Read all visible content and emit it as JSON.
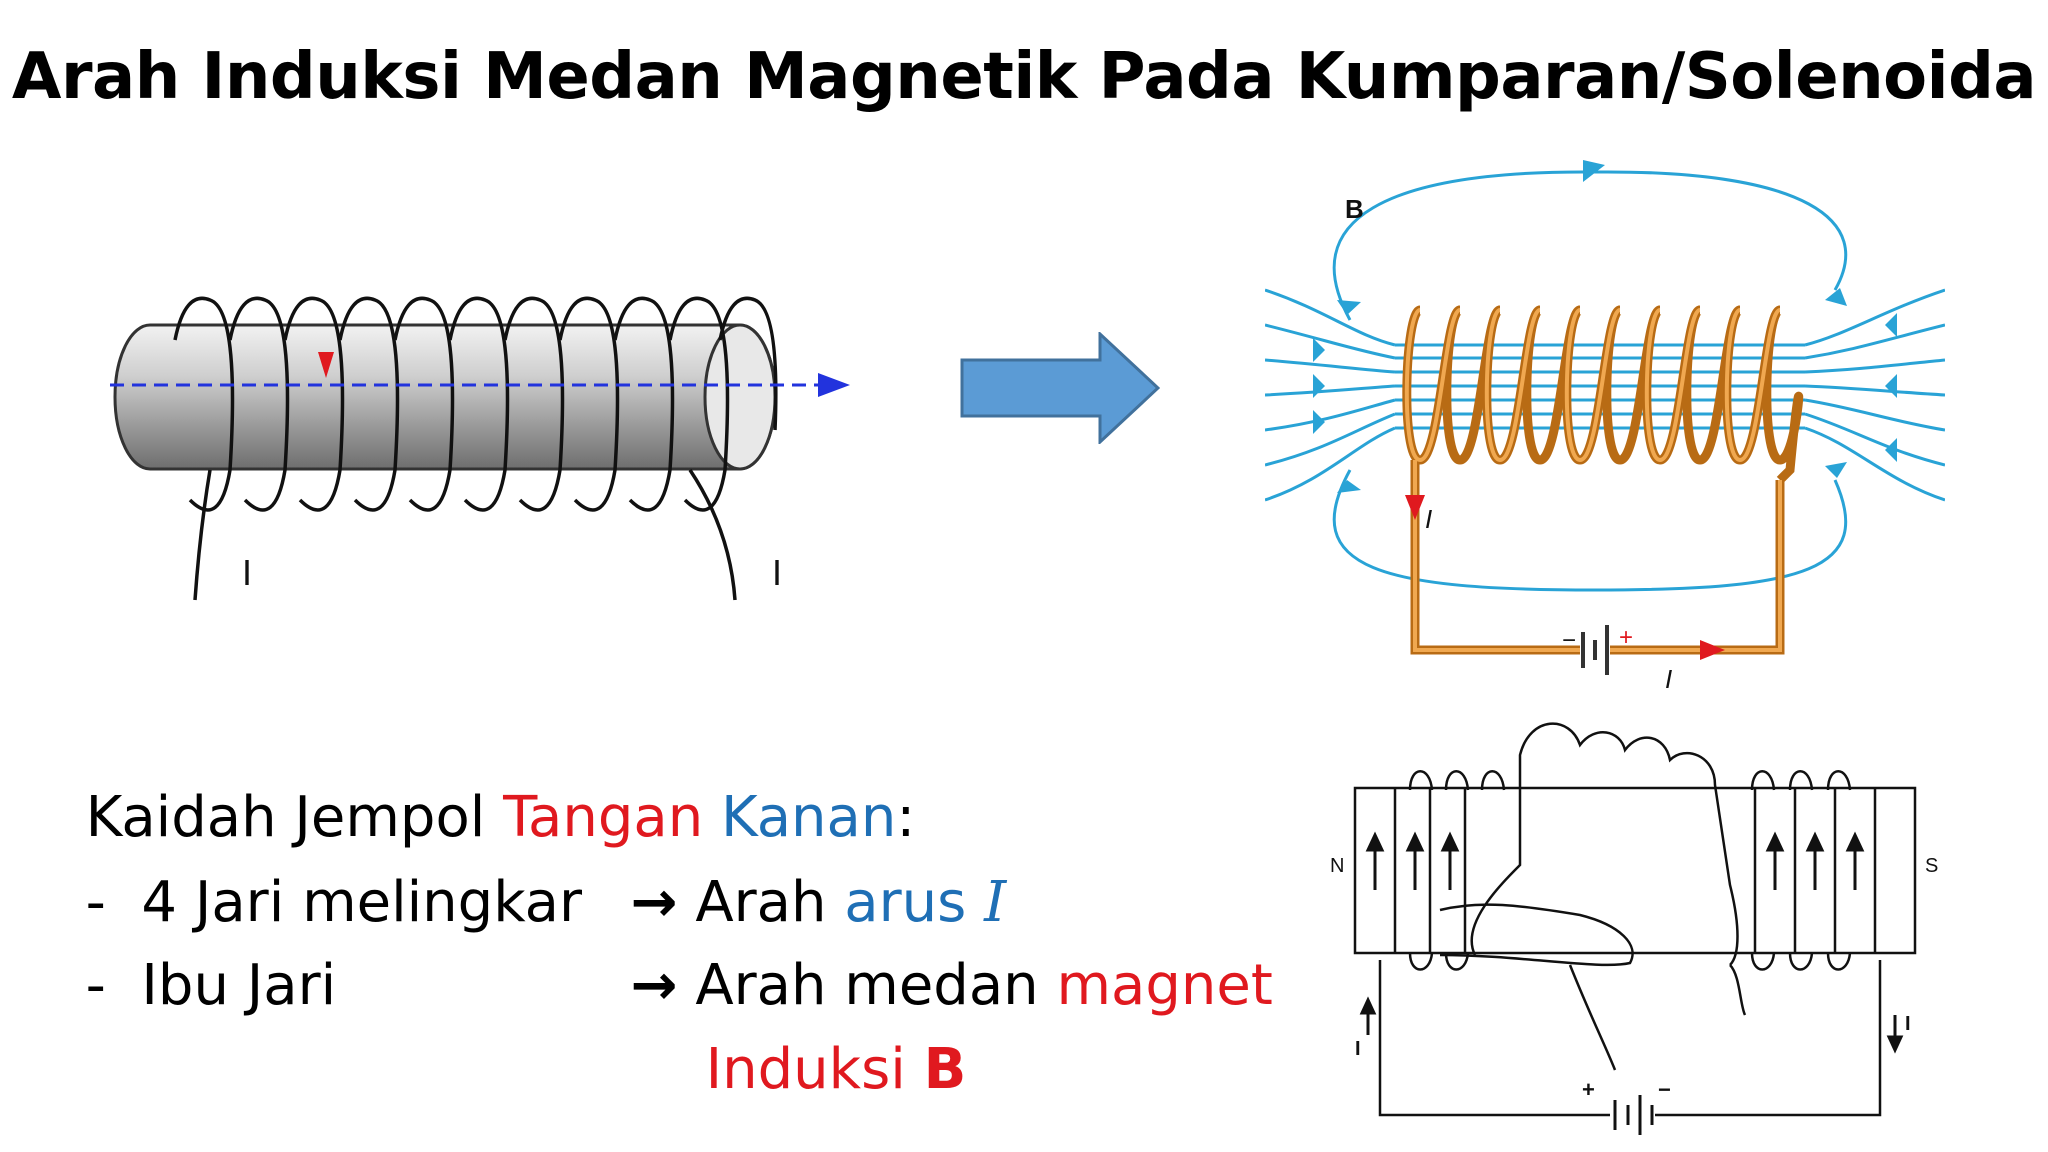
{
  "title": "Arah Induksi Medan Magnetik Pada Kumparan/Solenoida",
  "rule": {
    "heading_part1": "Kaidah Jempol ",
    "heading_part2": "Tangan",
    "heading_part3": " Kanan",
    "heading_part4": ":",
    "item1_label": "-  4 Jari melingkar",
    "item1_arrow": "→",
    "item1_text": "Arah ",
    "item1_highlight": "arus",
    "item1_symbol": "I",
    "item2_label": "-  Ibu Jari",
    "item2_arrow": "→",
    "item2_text": "Arah medan ",
    "item2_highlight": "magnet",
    "item3_text": "Induksi ",
    "item3_symbol": "B"
  },
  "fig_left": {
    "current_label_left": "I",
    "current_label_right": "I"
  },
  "fig_right": {
    "field_label": "B",
    "current_label_coil": "I",
    "current_label_bottom": "I",
    "battery_minus": "−",
    "battery_plus": "+"
  },
  "fig_hand": {
    "pole_north": "N",
    "pole_south": "S",
    "current_left": "I",
    "current_right": "I",
    "battery_plus": "+",
    "battery_minus": "−"
  },
  "colors": {
    "accent_red": "#e0191f",
    "accent_blue": "#1f6fb5",
    "field_line": "#29a3d6",
    "coil_copper": "#d8862a",
    "big_arrow": "#5b9bd5"
  }
}
